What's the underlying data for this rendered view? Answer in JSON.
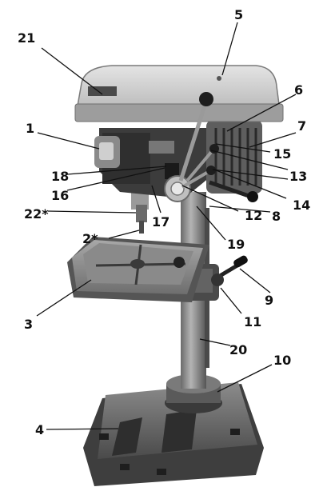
{
  "diagram": {
    "subject": "drill-press",
    "callouts": [
      {
        "id": "c1",
        "label": "1"
      },
      {
        "id": "c2",
        "label": "2*"
      },
      {
        "id": "c3",
        "label": "3"
      },
      {
        "id": "c4",
        "label": "4"
      },
      {
        "id": "c5",
        "label": "5"
      },
      {
        "id": "c6",
        "label": "6"
      },
      {
        "id": "c7",
        "label": "7"
      },
      {
        "id": "c8",
        "label": "8"
      },
      {
        "id": "c9",
        "label": "9"
      },
      {
        "id": "c10",
        "label": "10"
      },
      {
        "id": "c11",
        "label": "11"
      },
      {
        "id": "c12",
        "label": "12"
      },
      {
        "id": "c13",
        "label": "13"
      },
      {
        "id": "c14",
        "label": "14"
      },
      {
        "id": "c15",
        "label": "15"
      },
      {
        "id": "c16",
        "label": "16"
      },
      {
        "id": "c17",
        "label": "17"
      },
      {
        "id": "c18",
        "label": "18"
      },
      {
        "id": "c19",
        "label": "19"
      },
      {
        "id": "c20",
        "label": "20"
      },
      {
        "id": "c21",
        "label": "21"
      },
      {
        "id": "c22",
        "label": "22*"
      }
    ]
  }
}
